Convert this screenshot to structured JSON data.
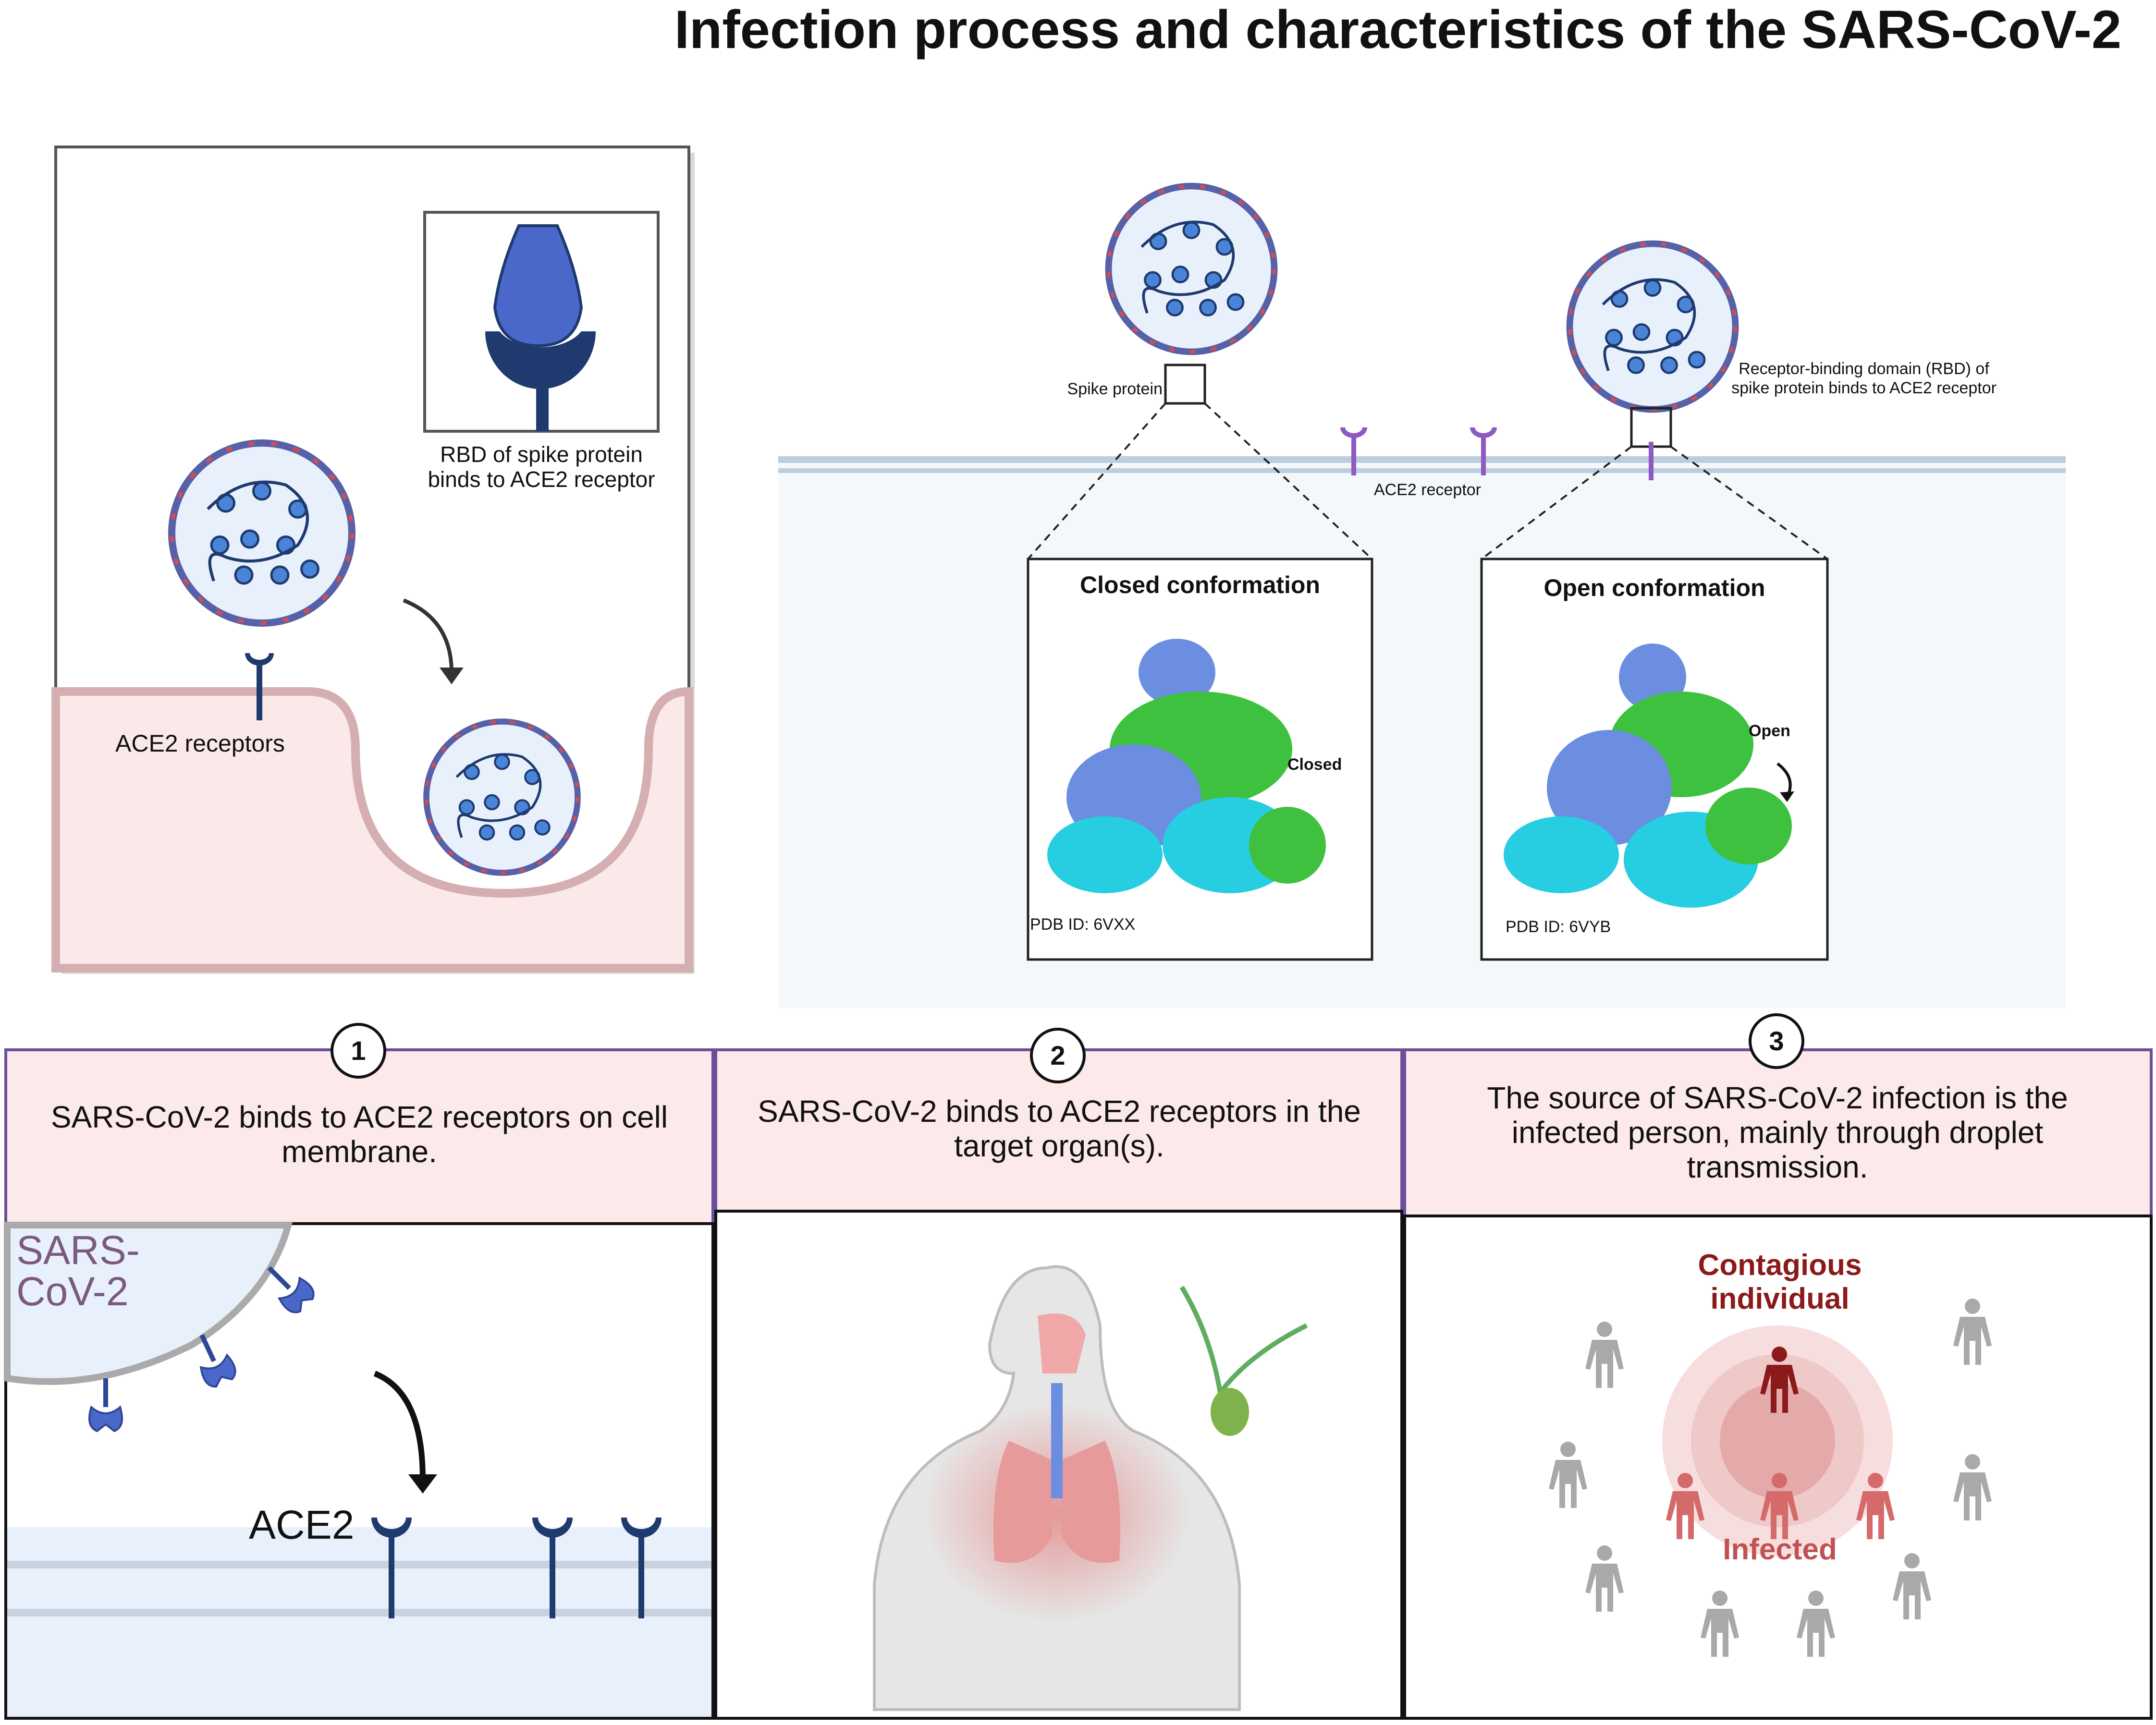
{
  "title": "Infection process and characteristics of the SARS-CoV-2",
  "top_left_panel": {
    "inset_caption": "RBD of spike protein binds to ACE2 receptor",
    "receptor_label": "ACE2 receptors"
  },
  "top_right_panel": {
    "spike_label": "Spike protein",
    "rbd_label": "Receptor-binding domain (RBD) of spike protein binds to ACE2 receptor",
    "ace2_label": "ACE2 receptor",
    "closed_box": {
      "title": "Closed conformation",
      "state_label": "Closed",
      "pdb": "PDB ID: 6VXX"
    },
    "open_box": {
      "title": "Open conformation",
      "state_label": "Open",
      "pdb": "PDB ID: 6VYB"
    }
  },
  "steps": [
    {
      "number": "1",
      "caption": "SARS-CoV-2 binds to ACE2 receptors on cell membrane.",
      "virus_label": "SARS-CoV-2",
      "receptor_label": "ACE2"
    },
    {
      "number": "2",
      "caption": "SARS-CoV-2 binds to ACE2 receptors in the target organ(s)."
    },
    {
      "number": "3",
      "caption": "The source of SARS-CoV-2 infection is the infected person, mainly through droplet transmission.",
      "contagious_label": "Contagious individual",
      "infected_label": "Infected"
    }
  ],
  "colors": {
    "spike_blue": "#4a68c9",
    "receptor_navy": "#1e3a6e",
    "membrane_pink": "#fbe9ea",
    "header_pink": "#fce9ea",
    "panel_border": "#6a4f9a",
    "infected_red": "#d46a6a",
    "contagious_dark": "#8b1a1a",
    "healthy_gray": "#a9a9a9",
    "protein_green": "#3ec13e",
    "protein_cyan": "#27cde0"
  }
}
